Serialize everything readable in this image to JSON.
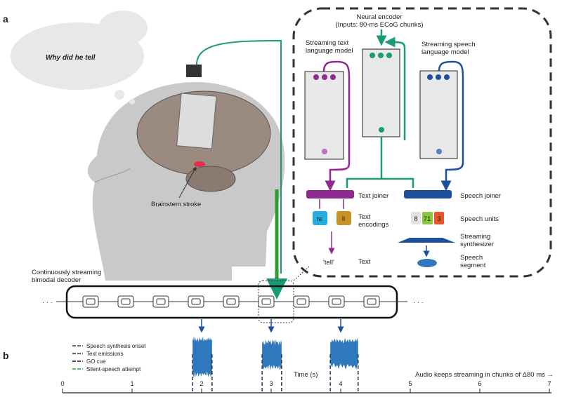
{
  "panels": {
    "a": "a",
    "b": "b"
  },
  "thought": "Why did he tell",
  "brainstem_label": "Brainstem stroke",
  "encoder": {
    "title": "Neural encoder",
    "subtitle": "(Inputs: 80-ms ECoG chunks)"
  },
  "text_lm": {
    "line1": "Streaming text",
    "line2": "language model"
  },
  "speech_lm": {
    "line1": "Streaming speech",
    "line2": "language model"
  },
  "text_joiner": "Text joiner",
  "speech_joiner": "Speech joiner",
  "text_encodings": {
    "line1": "Text",
    "line2": "encodings",
    "tokens": [
      "te",
      "ll"
    ]
  },
  "speech_units": {
    "label": "Speech units",
    "tokens": [
      "8",
      "71",
      "3"
    ]
  },
  "synth": {
    "line1": "Streaming",
    "line2": "synthesizer"
  },
  "text_out": {
    "value": "'tell'",
    "label": "Text"
  },
  "speech_segment": {
    "line1": "Speech",
    "line2": "segment"
  },
  "decoder": {
    "line1": "Continuously streaming",
    "line2": "bimodal decoder",
    "ellipsis": "· · ·"
  },
  "legend": [
    "Speech synthesis onset",
    "Text emissions",
    "GO cue",
    "Silent-speech attempt"
  ],
  "axis": {
    "label": "Time (s)",
    "ticks": [
      "0",
      "1",
      "2",
      "3",
      "4",
      "5",
      "6",
      "7"
    ],
    "note": "Audio keeps streaming in chunks of Δ80 ms →"
  },
  "colors": {
    "purple": "#8e2a8f",
    "green": "#1a9b77",
    "blue": "#1f4e9c",
    "wave": "#2f78be",
    "te": "#22aee0",
    "ll": "#c99226",
    "u8": "#e3e3e3",
    "u71": "#8cc63f",
    "u3": "#e8552b"
  }
}
